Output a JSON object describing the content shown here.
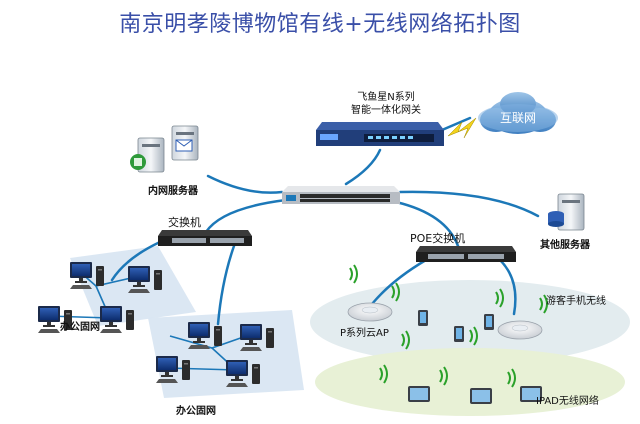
{
  "title": "南京明孝陵博物馆有线+无线网络拓扑图",
  "labels": {
    "gateway_line1": "飞鱼星N系列",
    "gateway_line2": "智能一体化网关",
    "internet": "互联网",
    "intranet_server": "内网服务器",
    "switch": "交换机",
    "poe_switch": "POE交换机",
    "other_server": "其他服务器",
    "office_net_1": "办公固网",
    "office_net_2": "办公固网",
    "cloud_ap": "P系列云AP",
    "visitor_wireless": "游客手机无线",
    "ipad_wireless": "IPAD无线网络"
  },
  "colors": {
    "title": "#3a4fa8",
    "link": "#1c78b8",
    "office_zone": "#d9e6f2",
    "wireless_zone_top": "#e3ecef",
    "wireless_zone_bottom": "#e8f1d6"
  }
}
